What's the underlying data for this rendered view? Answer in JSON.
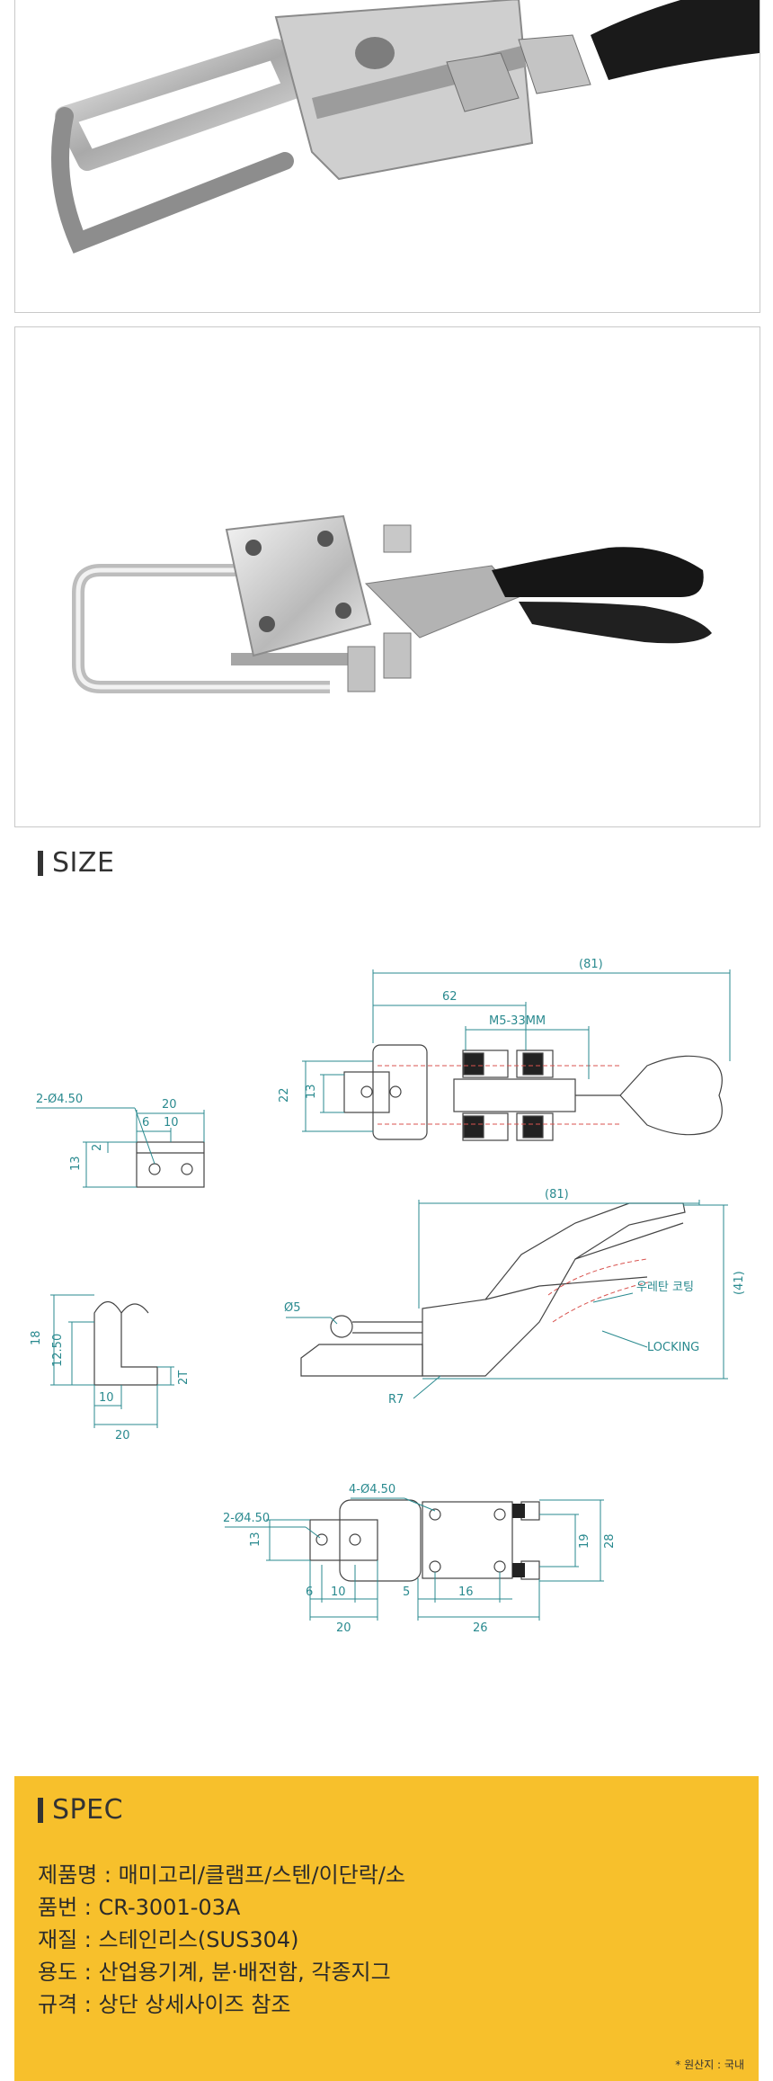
{
  "size_section": {
    "title": "SIZE"
  },
  "drawing_labels": {
    "front_top": "(81)",
    "front_62": "62",
    "front_m5": "M5-33MM",
    "front_22": "22",
    "front_13": "13",
    "small_hole": "2-Ø4.50",
    "small_20": "20",
    "small_6": "6",
    "small_10": "10",
    "small_2": "2",
    "small_13": "13",
    "side_81": "(81)",
    "side_41": "(41)",
    "side_phi5": "Ø5",
    "side_r7": "R7",
    "side_coating": "우레탄 코팅",
    "side_locking": "LOCKING",
    "hook_18": "18",
    "hook_1250": "12.50",
    "hook_2t": "2T",
    "hook_10": "10",
    "hook_20": "20",
    "bot_hole4": "4-Ø4.50",
    "bot_hole2": "2-Ø4.50",
    "bot_13": "13",
    "bot_19": "19",
    "bot_28": "28",
    "bot_6": "6",
    "bot_10": "10",
    "bot_5": "5",
    "bot_16": "16",
    "bot_20": "20",
    "bot_26": "26"
  },
  "spec_section": {
    "title": "SPEC",
    "items": [
      {
        "label": "제품명",
        "value": "매미고리/클램프/스텐/이단락/소"
      },
      {
        "label": "품번",
        "value": "CR-3001-03A"
      },
      {
        "label": "재질",
        "value": "스테인리스(SUS304)"
      },
      {
        "label": "용도",
        "value": "산업용기계, 분·배전함, 각종지그"
      },
      {
        "label": "규격",
        "value": "상단 상세사이즈 참조"
      }
    ],
    "origin_label": "* 원산지",
    "origin_value": "국내"
  },
  "colors": {
    "spec_bg": "#f7c02c",
    "dim_line": "#2a8a8f",
    "hidden_line": "#d9534f"
  }
}
